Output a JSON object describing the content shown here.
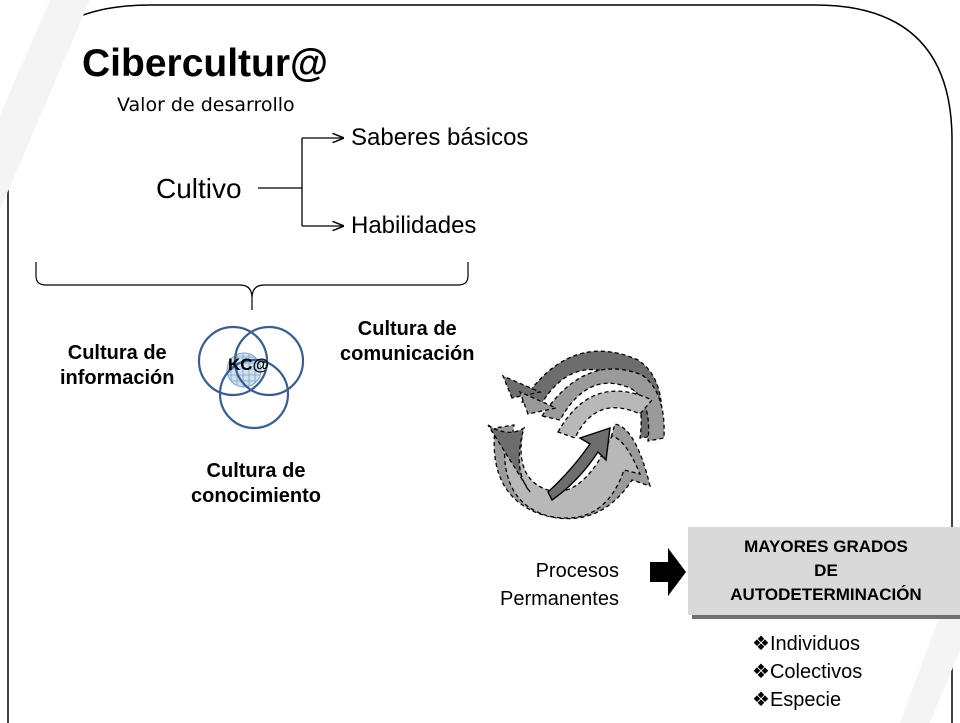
{
  "title": "Cibercultur@",
  "subtitle": "Valor de desarrollo",
  "cultivo": {
    "label": "Cultivo",
    "branches": [
      "Saberes básicos",
      "Habilidades"
    ]
  },
  "cultures": {
    "informacion": [
      "Cultura de",
      "información"
    ],
    "comunicacion": [
      "Cultura de",
      "comunicación"
    ],
    "conocimiento": [
      "Cultura de",
      "conocimiento"
    ],
    "center": "KC@"
  },
  "procesos": [
    "Procesos",
    "Permanentes"
  ],
  "result": [
    "MAYORES GRADOS",
    "DE",
    "AUTODETERMINACIÓN"
  ],
  "bullets": [
    "Individuos",
    "Colectivos",
    "Especie"
  ],
  "bullet_glyph": "❖",
  "colors": {
    "circle_stroke": "#3b5e8c",
    "arrow_dark": "#6d6d6d",
    "arrow_mid": "#9a9a9a",
    "arrow_light": "#b8b8b8",
    "box_fill": "#d9d9d9"
  }
}
